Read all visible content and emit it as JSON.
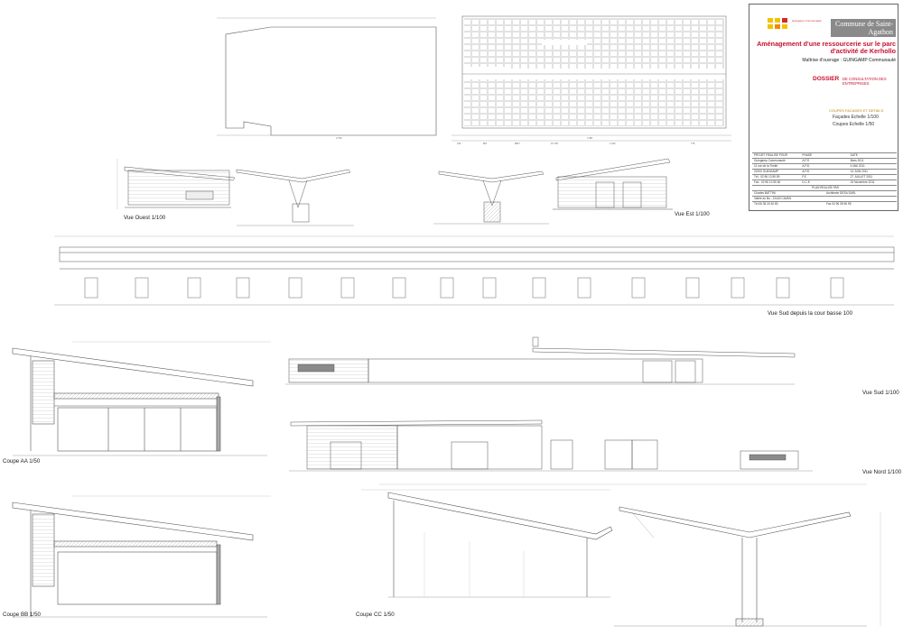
{
  "title_block": {
    "commune": "Commune de Saint-Agathon",
    "project_title": "Aménagement d'une ressourcerie sur le parc d'activité de Kerhollo",
    "client": "Maîtrise d'ouvrage : GUINGAMP Communauté",
    "dossier": "DOSSIER",
    "dossier_sub": "DE CONSULTATION DES ENTREPRISES",
    "sheet_heading": "COUPES FACADES ET DETAILS",
    "scale_facades": "Façades Echelle 1/100",
    "scale_coupes": "Coupes Echelle 1/50",
    "table_header": [
      "PROJET REALISE POUR",
      "PHASE",
      "DATE"
    ],
    "phases": [
      {
        "phase": "A.P.S",
        "date": "Mars 2011"
      },
      {
        "phase": "A.P.D",
        "date": "4 MAI 2011"
      },
      {
        "phase": "A.P.D",
        "date": "14 JUIN 2011"
      },
      {
        "phase": "P.C",
        "date": "27 JUILLET 2011"
      },
      {
        "phase": "D.C.E",
        "date": "24 Novembre 2011"
      }
    ],
    "client_block": [
      "Guingamp Communauté",
      "11 rue de la Trinité",
      "22200 GUINGAMP",
      "Tél : 02 96 13 59 59",
      "Fax : 02 96 13 59 60"
    ],
    "plan_label": "PLAN REALISE PAR",
    "architect": [
      "Charles BATTINI",
      "Architecte DESA SARL",
      "Vallée du Bu - 22440 CAVAN",
      "Tél 06 35 20 62 80",
      "Fax 02 96 35 96 95"
    ],
    "logo_text": "Guingamp Communauté"
  },
  "view_labels": {
    "ouest": "Vue Ouest 1/100",
    "est": "Vue Est 1/100",
    "sud_cour": "Vue Sud depuis la cour basse 100",
    "sud": "Vue Sud 1/100",
    "nord": "Vue Nord 1/100",
    "coupe_aa": "Coupe AA 1/50",
    "coupe_bb": "Coupe BB 1/50",
    "coupe_cc": "Coupe CC 1/50"
  },
  "colors": {
    "accent": "#c8102e",
    "gold": "#b8860b",
    "line": "#555555",
    "grey_fill": "#8a8a8a",
    "logo_yellow": "#f2c200",
    "logo_red": "#d62828",
    "logo_orange": "#f08a00"
  }
}
